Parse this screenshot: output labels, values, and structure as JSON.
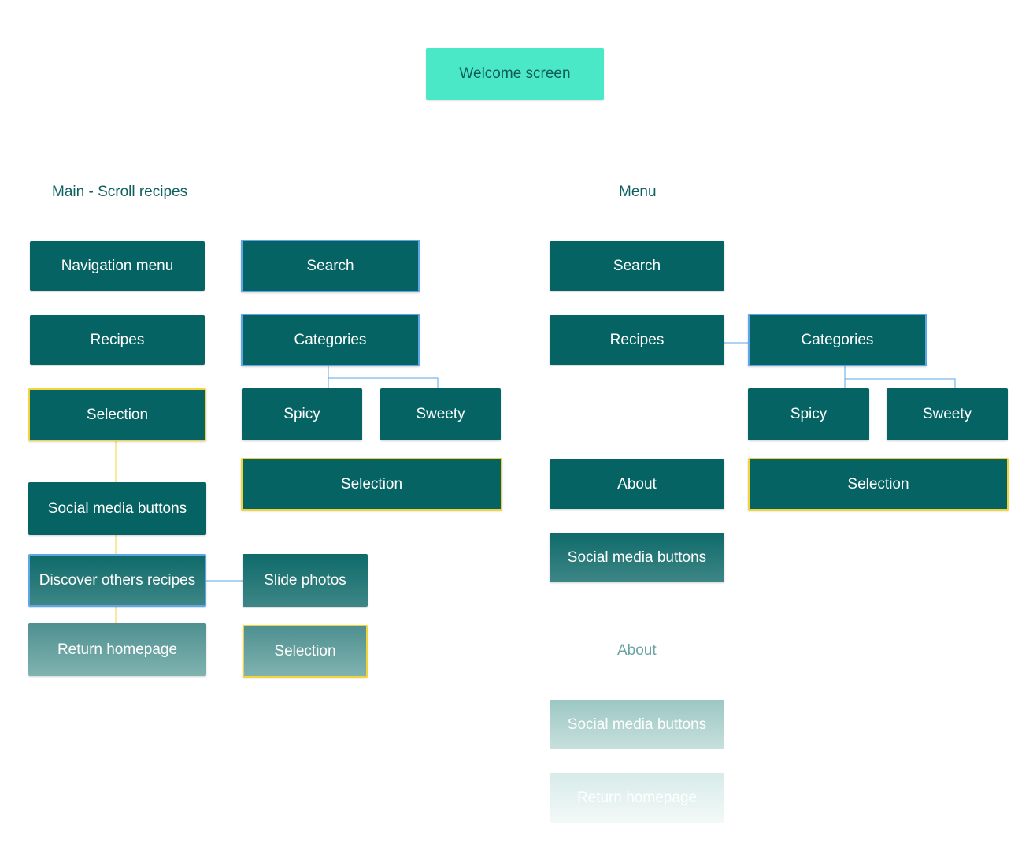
{
  "welcome": "Welcome screen",
  "main": {
    "heading": "Main - Scroll recipes",
    "col1": {
      "navigation_menu": "Navigation menu",
      "recipes": "Recipes",
      "selection": "Selection",
      "social_media_buttons": "Social media buttons",
      "discover_others_recipes": "Discover others recipes",
      "return_homepage": "Return homepage"
    },
    "col2": {
      "search": "Search",
      "categories": "Categories",
      "spicy": "Spicy",
      "sweety": "Sweety",
      "selection": "Selection",
      "slide_photos": "Slide photos",
      "selection_bottom": "Selection"
    }
  },
  "menu": {
    "heading": "Menu",
    "search": "Search",
    "recipes": "Recipes",
    "categories": "Categories",
    "spicy": "Spicy",
    "sweety": "Sweety",
    "about": "About",
    "selection": "Selection",
    "social_media_buttons": "Social media buttons"
  },
  "about": {
    "heading": "About",
    "social_media_buttons": "Social media buttons",
    "return_homepage": "Return homepage"
  },
  "colors": {
    "node": "#066363",
    "welcome": "#4be8c7",
    "heading": "#0e6060",
    "blue_connector": "#5ea6e6",
    "yellow_connector": "#f2d33c"
  }
}
